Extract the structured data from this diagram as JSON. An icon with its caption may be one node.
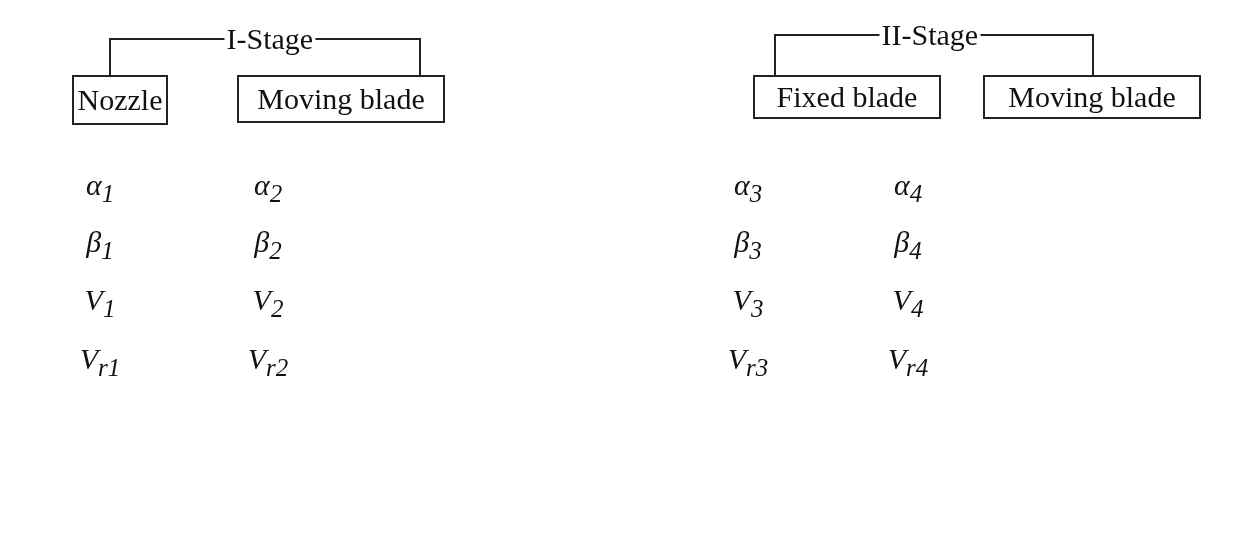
{
  "diagram": {
    "nodes": [
      {
        "text": [
          "I-Stage"
        ]
      },
      {
        "text": [
          "Nozzle"
        ]
      },
      {
        "text": [
          "Moving blade"
        ]
      },
      {
        "text": [
          "II-Stage"
        ]
      },
      {
        "text": [
          "Fixed blade"
        ]
      },
      {
        "text": [
          "Moving blade"
        ]
      }
    ],
    "edges": [
      {
        "from": 0,
        "to": 1,
        "arrow": "none"
      },
      {
        "from": 0,
        "to": 2,
        "arrow": "none"
      },
      {
        "from": 3,
        "to": 4,
        "arrow": "none"
      },
      {
        "from": 3,
        "to": 5,
        "arrow": "none"
      }
    ],
    "labels": [
      "α$_{1}$",
      "α$_{2}$",
      "α$_{3}$",
      "α$_{4}$",
      "β$_{1}$",
      "β$_{2}$",
      "β$_{3}$",
      "β$_{4}$",
      "V$_{1}$",
      "V$_{2}$",
      "V$_{3}$",
      "V$_{4}$",
      "V$_{r1}$",
      "V$_{r2}$",
      "V$_{r3}$",
      "V$_{r4}$"
    ]
  }
}
